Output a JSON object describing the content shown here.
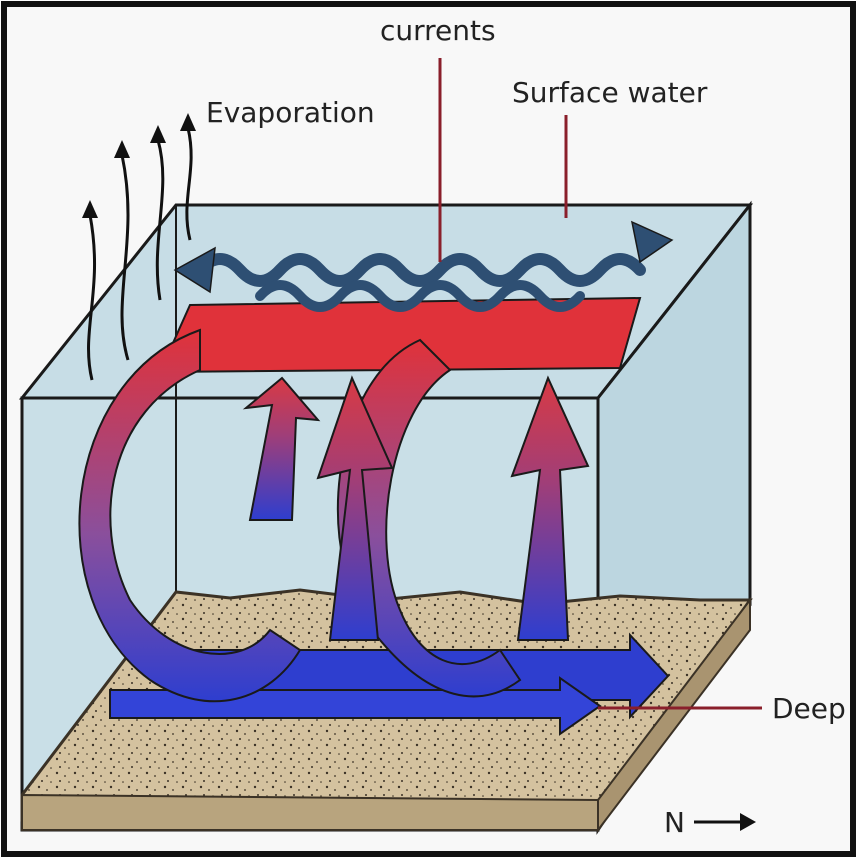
{
  "labels": {
    "currents": "currents",
    "surface_water": "Surface water",
    "evaporation": "Evaporation",
    "deep": "Deep",
    "north": "N"
  },
  "colors": {
    "water": "#c7dde6",
    "sediment": "#d4c29f",
    "warm": "#e0323a",
    "cold": "#2e3ecf",
    "surface_current": "#2e4f73",
    "leader": "#8a1f2b",
    "outline": "#1a1a1a"
  },
  "icons": {
    "north_arrow": "arrow-right-icon",
    "evaporation_arrows": "wavy-up-arrow-icon"
  }
}
